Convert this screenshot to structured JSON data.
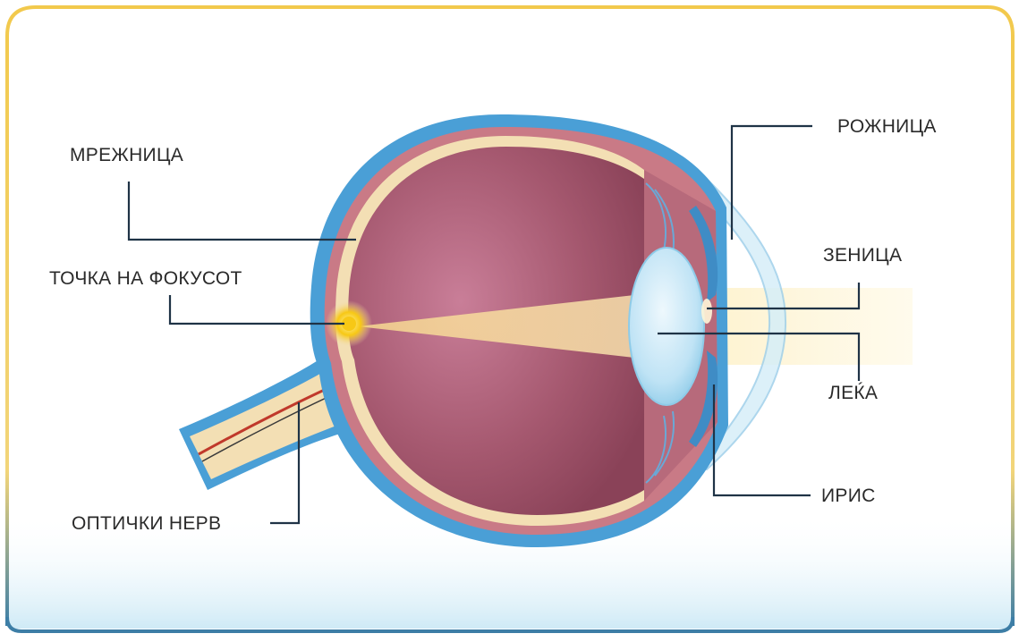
{
  "labels": {
    "retina": "МРЕЖНИЦА",
    "focal_point": "ТОЧКА НА ФОКУСОТ",
    "optic_nerve": "ОПТИЧКИ  НЕРВ",
    "cornea": "РОЖНИЦА",
    "pupil": "ЗЕНИЦА",
    "lens": "ЛЕЌА",
    "iris": "ИРИС"
  },
  "colors": {
    "frame_border": "#f2c94c",
    "sclera": "#4a9fd6",
    "choroid": "#c97a86",
    "retina_layer": "#f3dfb4",
    "vitreous": "#a5586f",
    "lens": "#bfe3f5",
    "light_beam": "#f5d58f",
    "focal_spot": "#f7c815",
    "nerve_vessel": "#c0392b",
    "leader_lines": "#1f3346",
    "bottom_fade": "#cfeaf6"
  }
}
